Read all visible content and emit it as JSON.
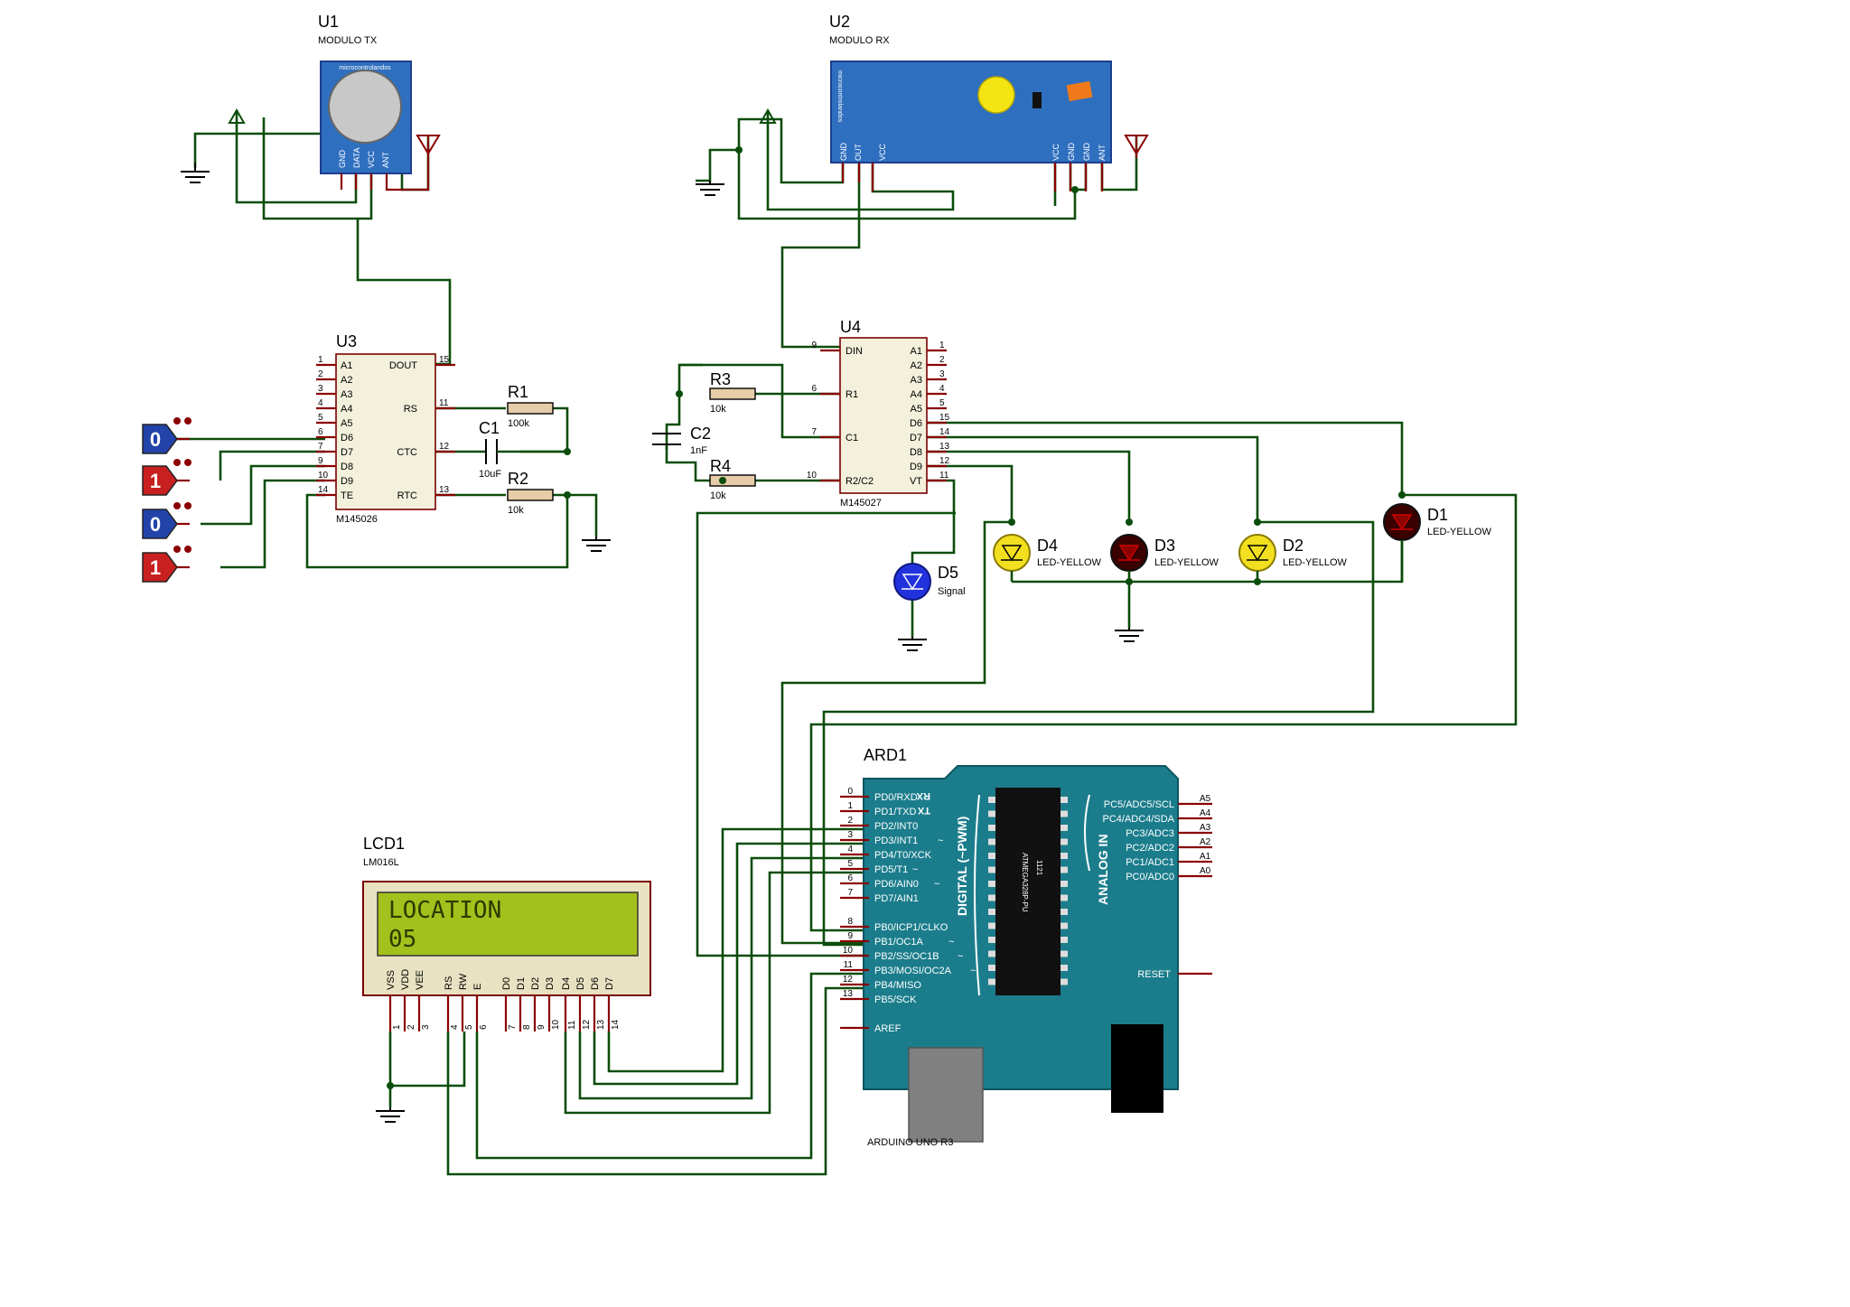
{
  "colors": {
    "wire": "#0b4d0b",
    "pin_lead": "#8b0000",
    "rf_module": "#2f6fbf",
    "arduino_board": "#1b7d8c",
    "lcd_screen": "#a4c01c",
    "led_yellow": "#f2e020",
    "led_red_off": "#3a0000",
    "led_blue": "#2233dd",
    "logic_0": "#2244aa",
    "logic_1": "#c82020"
  },
  "u1": {
    "ref": "U1",
    "value": "MODULO TX",
    "brand": "microcontrolandos",
    "pins": [
      "GND",
      "DATA",
      "VCC",
      "ANT"
    ]
  },
  "u2": {
    "ref": "U2",
    "value": "MODULO RX",
    "brand": "microcontrolandos",
    "pins_left": [
      "GND",
      "OUT",
      "VCC"
    ],
    "pins_right": [
      "VCC",
      "GND",
      "GND",
      "ANT"
    ]
  },
  "u3": {
    "ref": "U3",
    "value": "M145026",
    "left_pins": [
      {
        "num": "1",
        "name": "A1"
      },
      {
        "num": "2",
        "name": "A2"
      },
      {
        "num": "3",
        "name": "A3"
      },
      {
        "num": "4",
        "name": "A4"
      },
      {
        "num": "5",
        "name": "A5"
      },
      {
        "num": "6",
        "name": "D6"
      },
      {
        "num": "7",
        "name": "D7"
      },
      {
        "num": "9",
        "name": "D8"
      },
      {
        "num": "10",
        "name": "D9"
      },
      {
        "num": "14",
        "name": "TE"
      }
    ],
    "right_pins": [
      {
        "num": "15",
        "name": "DOUT"
      },
      {
        "num": "11",
        "name": "RS"
      },
      {
        "num": "12",
        "name": "CTC"
      },
      {
        "num": "13",
        "name": "RTC"
      }
    ]
  },
  "u4": {
    "ref": "U4",
    "value": "M145027",
    "left_pins": [
      {
        "num": "9",
        "name": "DIN"
      },
      {
        "num": "6",
        "name": "R1"
      },
      {
        "num": "7",
        "name": "C1"
      },
      {
        "num": "10",
        "name": "R2/C2"
      }
    ],
    "right_pins": [
      {
        "num": "1",
        "name": "A1"
      },
      {
        "num": "2",
        "name": "A2"
      },
      {
        "num": "3",
        "name": "A3"
      },
      {
        "num": "4",
        "name": "A4"
      },
      {
        "num": "5",
        "name": "A5"
      },
      {
        "num": "15",
        "name": "D6"
      },
      {
        "num": "14",
        "name": "D7"
      },
      {
        "num": "13",
        "name": "D8"
      },
      {
        "num": "12",
        "name": "D9"
      },
      {
        "num": "11",
        "name": "VT"
      }
    ]
  },
  "r1": {
    "ref": "R1",
    "value": "100k"
  },
  "r2": {
    "ref": "R2",
    "value": "10k"
  },
  "r3": {
    "ref": "R3",
    "value": "10k"
  },
  "r4": {
    "ref": "R4",
    "value": "10k"
  },
  "c1": {
    "ref": "C1",
    "value": "10uF"
  },
  "c2": {
    "ref": "C2",
    "value": "1nF"
  },
  "logic_states": [
    "0",
    "1",
    "0",
    "1"
  ],
  "d1": {
    "ref": "D1",
    "value": "LED-YELLOW"
  },
  "d2": {
    "ref": "D2",
    "value": "LED-YELLOW"
  },
  "d3": {
    "ref": "D3",
    "value": "LED-YELLOW"
  },
  "d4": {
    "ref": "D4",
    "value": "LED-YELLOW"
  },
  "d5": {
    "ref": "D5",
    "value": "Signal"
  },
  "lcd1": {
    "ref": "LCD1",
    "value": "LM016L",
    "line1": "LOCATION",
    "line2": "05",
    "pins": [
      {
        "num": "1",
        "name": "VSS"
      },
      {
        "num": "2",
        "name": "VDD"
      },
      {
        "num": "3",
        "name": "VEE"
      },
      {
        "num": "4",
        "name": "RS"
      },
      {
        "num": "5",
        "name": "RW"
      },
      {
        "num": "6",
        "name": "E"
      },
      {
        "num": "7",
        "name": "D0"
      },
      {
        "num": "8",
        "name": "D1"
      },
      {
        "num": "9",
        "name": "D2"
      },
      {
        "num": "10",
        "name": "D3"
      },
      {
        "num": "11",
        "name": "D4"
      },
      {
        "num": "12",
        "name": "D5"
      },
      {
        "num": "13",
        "name": "D6"
      },
      {
        "num": "14",
        "name": "D7"
      }
    ]
  },
  "ard1": {
    "ref": "ARD1",
    "value": "ARDUINO UNO R3",
    "chip": "ATMEGA328P-PU",
    "chip_code": "1121",
    "digital_label": "DIGITAL (~PWM)",
    "analog_label": "ANALOG IN",
    "rx": "RX",
    "tx": "TX",
    "left_pins": [
      {
        "num": "0",
        "name": "PD0/RXD"
      },
      {
        "num": "1",
        "name": "PD1/TXD"
      },
      {
        "num": "2",
        "name": "PD2/INT0"
      },
      {
        "num": "3",
        "name": "PD3/INT1"
      },
      {
        "num": "4",
        "name": "PD4/T0/XCK"
      },
      {
        "num": "5",
        "name": "PD5/T1"
      },
      {
        "num": "6",
        "name": "PD6/AIN0"
      },
      {
        "num": "7",
        "name": "PD7/AIN1"
      },
      {
        "num": "8",
        "name": "PB0/ICP1/CLKO"
      },
      {
        "num": "9",
        "name": "PB1/OC1A"
      },
      {
        "num": "10",
        "name": "PB2/SS/OC1B"
      },
      {
        "num": "11",
        "name": "PB3/MOSI/OC2A"
      },
      {
        "num": "12",
        "name": "PB4/MISO"
      },
      {
        "num": "13",
        "name": "PB5/SCK"
      },
      {
        "num": "",
        "name": "AREF"
      }
    ],
    "pwm_marks": [
      "~",
      "~",
      "~",
      "~",
      "~",
      "~"
    ],
    "right_pins": [
      {
        "num": "A5",
        "name": "PC5/ADC5/SCL"
      },
      {
        "num": "A4",
        "name": "PC4/ADC4/SDA"
      },
      {
        "num": "A3",
        "name": "PC3/ADC3"
      },
      {
        "num": "A2",
        "name": "PC2/ADC2"
      },
      {
        "num": "A1",
        "name": "PC1/ADC1"
      },
      {
        "num": "A0",
        "name": "PC0/ADC0"
      }
    ],
    "reset": "RESET"
  }
}
